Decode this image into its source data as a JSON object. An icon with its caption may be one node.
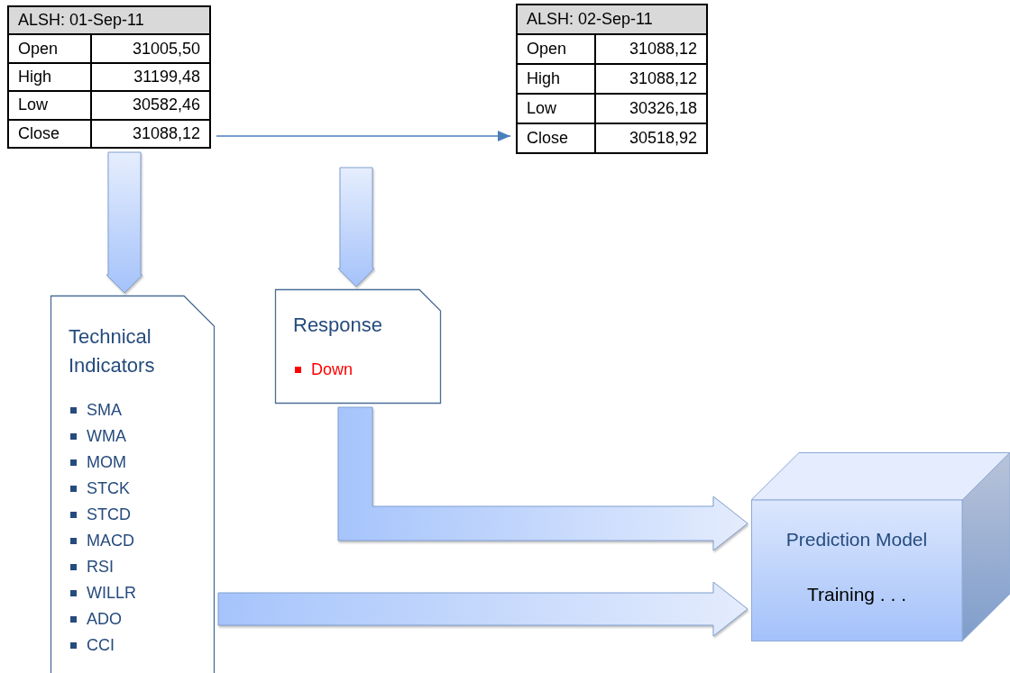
{
  "diagram": {
    "nodes": [
      {
        "text": [
          "ALSH: 01-Sep-11",
          "Open",
          "31005,50",
          "High",
          "31199,48",
          "Low",
          "30582,46",
          "Close",
          "31088,12"
        ]
      },
      {
        "text": [
          "ALSH: 02-Sep-11",
          "Open",
          "31088,12",
          "High",
          "31088,12",
          "Low",
          "30326,18",
          "Close",
          "30518,92"
        ]
      },
      {
        "text": [
          "Technical Indicators",
          "SMA",
          "WMA",
          "MOM",
          "STCK",
          "STCD",
          "MACD",
          "RSI",
          "WILLR",
          "ADO",
          "CCI"
        ]
      },
      {
        "text": [
          "Response",
          "Down"
        ]
      },
      {
        "text": [
          "Prediction Model",
          "Training . . ."
        ]
      }
    ],
    "edges": [
      {
        "from": 0,
        "to": 1,
        "arrow": "to"
      },
      {
        "from": 0,
        "to": 2,
        "arrow": "to",
        "style": "thick"
      },
      {
        "from": null,
        "to": 3,
        "arrow": "to",
        "style": "thick"
      },
      {
        "from": 3,
        "to": 4,
        "arrow": "to",
        "style": "thick"
      },
      {
        "from": 2,
        "to": 4,
        "arrow": "to",
        "style": "thick"
      }
    ]
  }
}
